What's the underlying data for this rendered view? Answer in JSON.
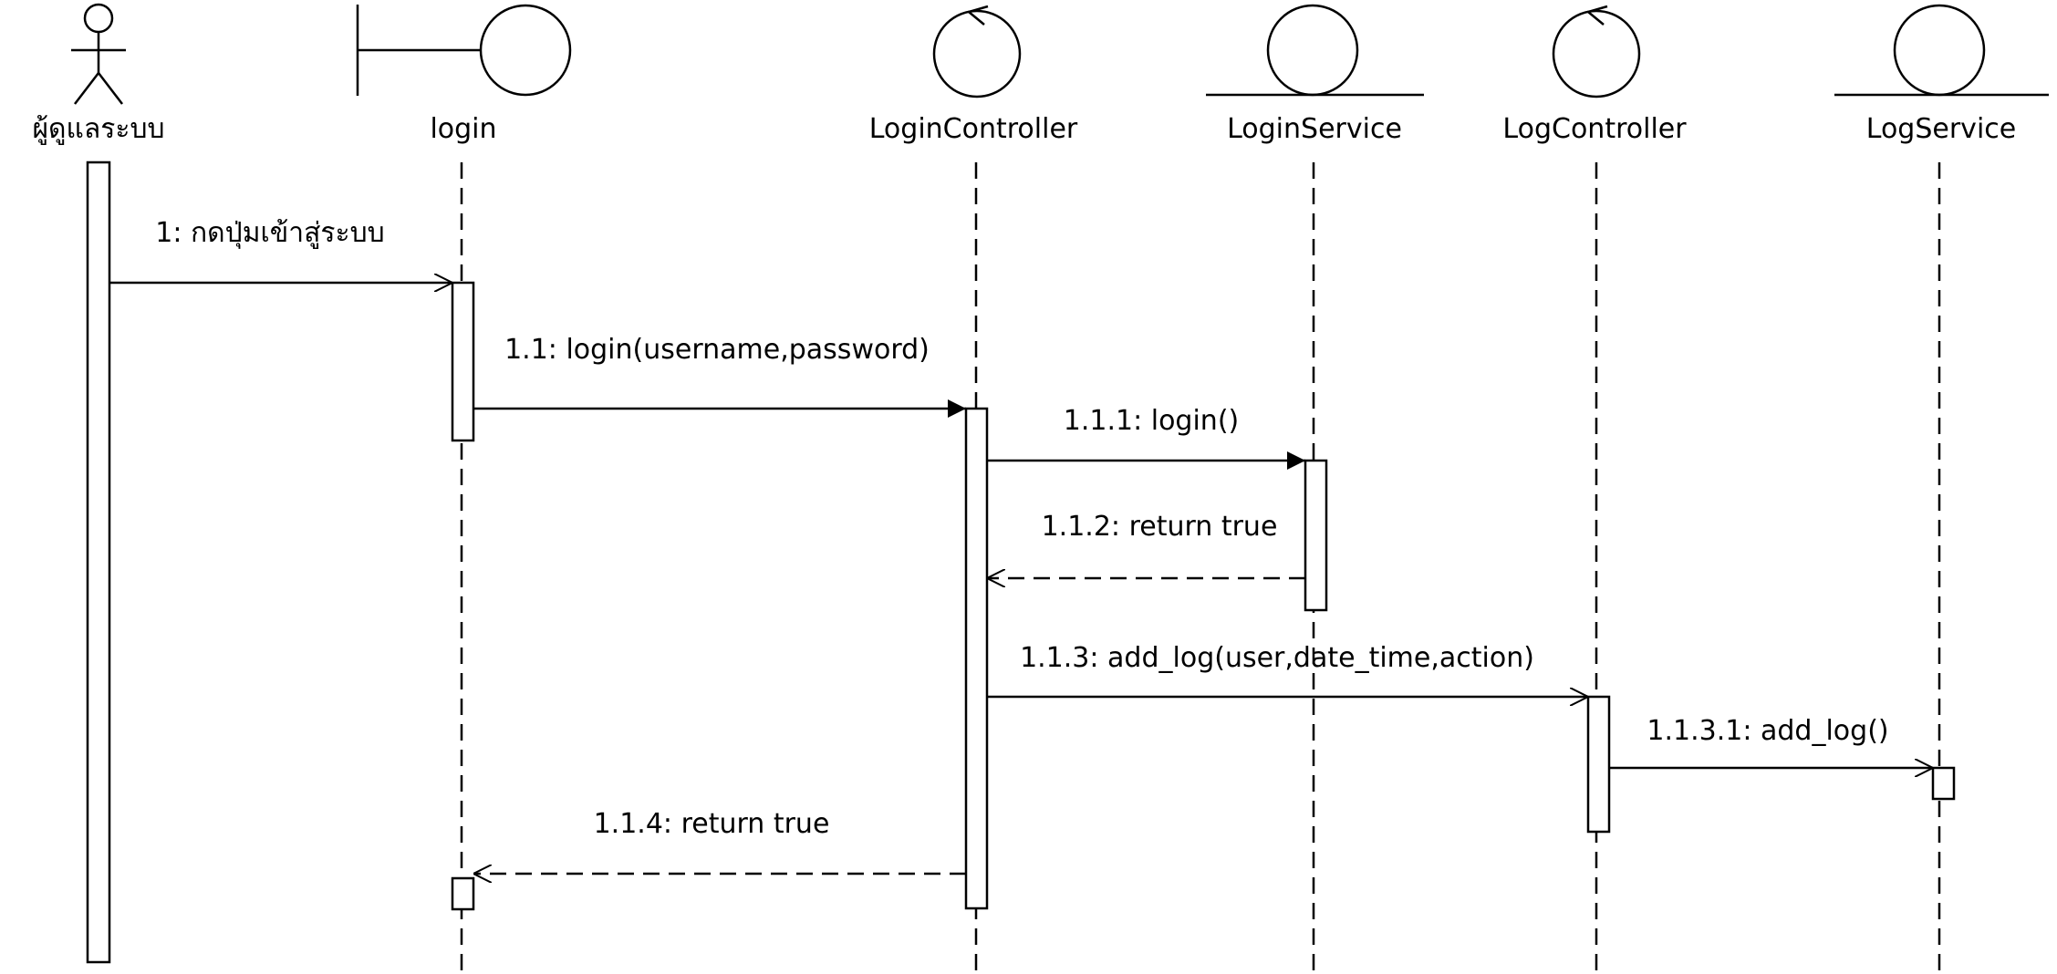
{
  "participants": [
    {
      "id": "actor",
      "type": "actor",
      "label": "ผู้ดูแลระบบ"
    },
    {
      "id": "login",
      "type": "boundary",
      "label": "login"
    },
    {
      "id": "loginController",
      "type": "control",
      "label": "LoginController"
    },
    {
      "id": "loginService",
      "type": "entity",
      "label": "LoginService"
    },
    {
      "id": "logController",
      "type": "control",
      "label": "LogController"
    },
    {
      "id": "logService",
      "type": "entity",
      "label": "LogService"
    }
  ],
  "messages": [
    {
      "id": "m1",
      "label": "1: กดปุ่มเข้าสู่ระบบ",
      "from": "actor",
      "to": "login",
      "kind": "async"
    },
    {
      "id": "m11",
      "label": "1.1: login(username,password)",
      "from": "login",
      "to": "loginController",
      "kind": "sync"
    },
    {
      "id": "m111",
      "label": "1.1.1: login()",
      "from": "loginController",
      "to": "loginService",
      "kind": "sync"
    },
    {
      "id": "m112",
      "label": "1.1.2: return true",
      "from": "loginService",
      "to": "loginController",
      "kind": "return"
    },
    {
      "id": "m113",
      "label": "1.1.3: add_log(user,date_time,action)",
      "from": "loginController",
      "to": "logController",
      "kind": "async"
    },
    {
      "id": "m1131",
      "label": "1.1.3.1: add_log()",
      "from": "logController",
      "to": "logService",
      "kind": "async"
    },
    {
      "id": "m114",
      "label": "1.1.4: return true",
      "from": "loginController",
      "to": "login",
      "kind": "return"
    }
  ]
}
